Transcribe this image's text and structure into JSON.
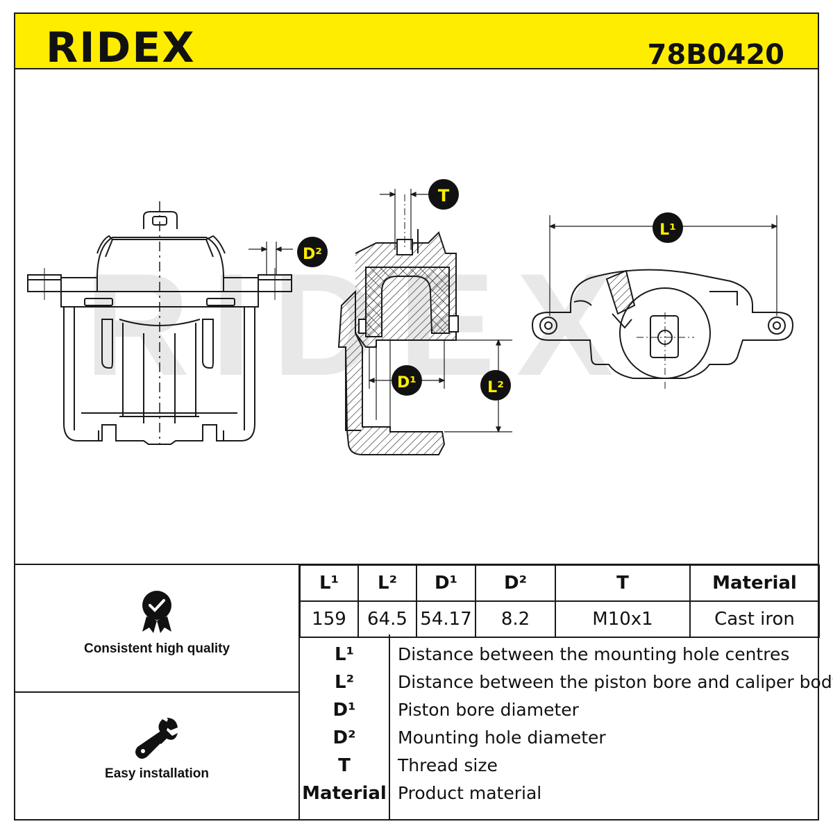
{
  "header": {
    "brand": "RIDEX",
    "part_number": "78B0420"
  },
  "drawing": {
    "watermark": "RIDEX",
    "callouts": {
      "T": "T",
      "D2": "D²",
      "D1": "D¹",
      "L2": "L²",
      "L1": "L¹"
    }
  },
  "features": [
    {
      "label": "Consistent high quality",
      "icon": "quality-badge-icon"
    },
    {
      "label": "Easy installation",
      "icon": "wrench-icon"
    }
  ],
  "spec_table": {
    "headers": [
      "L¹",
      "L²",
      "D¹",
      "D²",
      "T",
      "Material"
    ],
    "values": [
      "159",
      "64.5",
      "54.17",
      "8.2",
      "M10x1",
      "Cast iron"
    ]
  },
  "legend": [
    {
      "key": "L¹",
      "desc": "Distance between the mounting hole centres"
    },
    {
      "key": "L²",
      "desc": "Distance between the piston bore and caliper body"
    },
    {
      "key": "D¹",
      "desc": "Piston bore diameter"
    },
    {
      "key": "D²",
      "desc": "Mounting hole diameter"
    },
    {
      "key": "T",
      "desc": "Thread size"
    },
    {
      "key": "Material",
      "desc": "Product material"
    }
  ],
  "colors": {
    "header_bg": "#ffed00",
    "callout_bg": "#111111",
    "callout_text": "#ffed00",
    "line": "#1a1a1a",
    "watermark": "#e6e6e6"
  }
}
